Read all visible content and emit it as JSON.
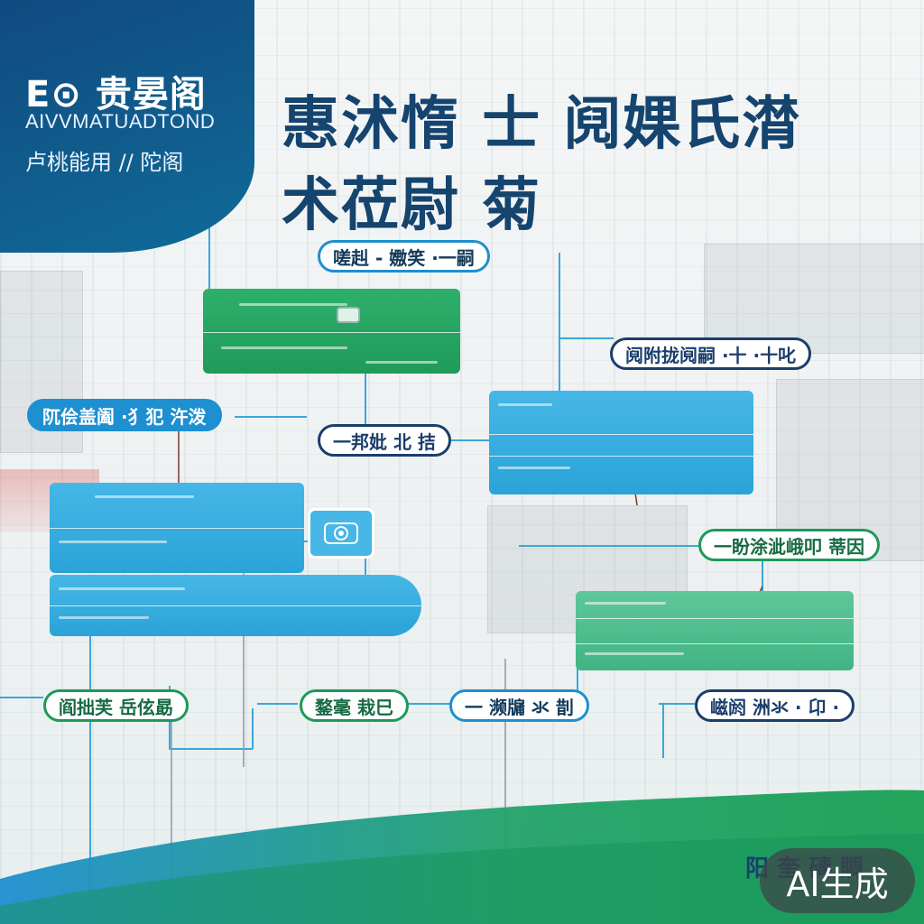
{
  "banner": {
    "logo": "E⊙ 贵晏阁",
    "subtitle_en": "AIVVMATUADTOND",
    "subtitle_cn": "卢桃能用 // 陀阁"
  },
  "title": {
    "line1": "惠沭惰  士 阋婐氏潸",
    "line2": "术莅尉  菊"
  },
  "labels": {
    "top_center": "嗟赳 - 嫐笑 ·一嗣",
    "right_upper": "阋附拢阋嗣 ·十 ·十叱",
    "left_mid": "阢侩盖阖 ·犭犯 汻泼",
    "center_mid": "一邦妣 北 拮",
    "right_mid": "一盼涂泚峨叩 蒂因",
    "bottom_left": "阎拙芙 岳伭勗",
    "bottom_center_left": "鍪毫 栽巳",
    "bottom_center_right": "一 濒牖 氺 剒",
    "bottom_right": "嵫阏 洲氺 · 卬 ·"
  },
  "footer": {
    "text": "阳 奎 碡 賙",
    "badge": "AI生成"
  },
  "colors": {
    "navy": "#15446e",
    "blue": "#1e8fd0",
    "green": "#1d9a5a",
    "cyan": "#46b7e6"
  }
}
